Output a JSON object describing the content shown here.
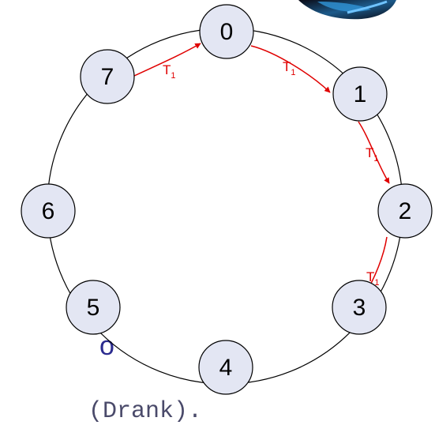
{
  "ring": {
    "nodes": [
      {
        "id": "0"
      },
      {
        "id": "1"
      },
      {
        "id": "2"
      },
      {
        "id": "3"
      },
      {
        "id": "4"
      },
      {
        "id": "5"
      },
      {
        "id": "6"
      },
      {
        "id": "7"
      }
    ],
    "arrows": [
      {
        "from": "7",
        "to": "0",
        "label": "T",
        "sub": "1"
      },
      {
        "from": "0",
        "to": "1",
        "label": "T",
        "sub": "1"
      },
      {
        "from": "1",
        "to": "2",
        "label": "T",
        "sub": "1"
      },
      {
        "from": "2",
        "to": "3",
        "label": "T",
        "sub": "1"
      }
    ]
  },
  "background_text": {
    "fragment_1": "o",
    "fragment_2": "(Drank)."
  },
  "colors": {
    "node_fill": "#e3e6f3",
    "node_stroke": "#000000",
    "arrow": "#e00000",
    "ring": "#000000"
  }
}
